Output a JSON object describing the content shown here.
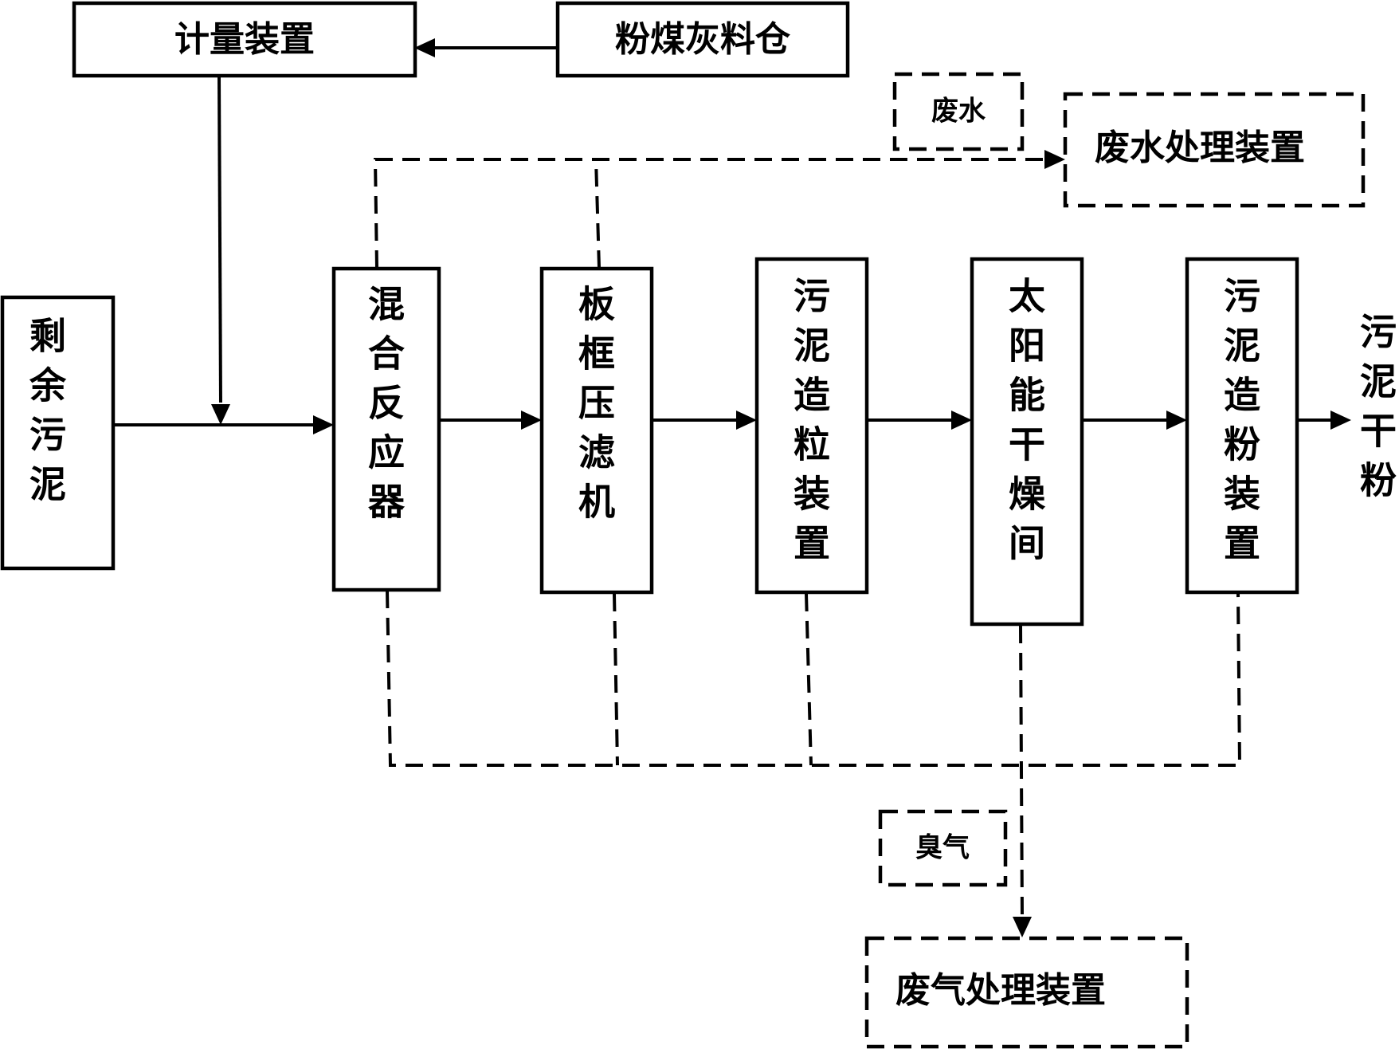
{
  "nodes": {
    "metering_device": "计量装置",
    "fly_ash_silo": "粉煤灰料仓",
    "wastewater_tag": "废水",
    "wastewater_treatment": "废水处理装置",
    "residual_sludge": "剩余污泥",
    "mixing_reactor": "混合反应器",
    "plate_frame_filter_press": "板框压滤机",
    "sludge_granulator": "污泥造粒装置",
    "solar_drying_room": "太阳能干燥间",
    "sludge_powder_device": "污泥造粉装置",
    "dry_sludge_powder": "污泥干粉",
    "odor_tag": "臭气",
    "waste_gas_treatment": "废气处理装置"
  }
}
